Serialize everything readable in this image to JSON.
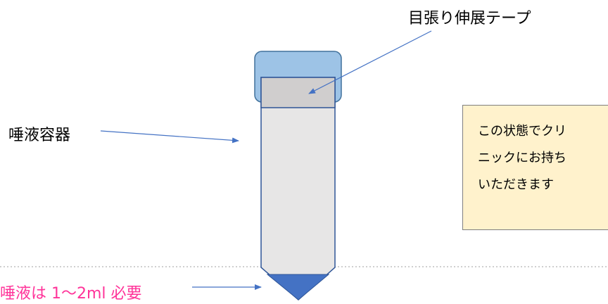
{
  "labels": {
    "tape": "目張り伸展テープ",
    "container": "唾液容器",
    "amount": "唾液は 1～2ml 必要"
  },
  "note": {
    "lines": [
      "この状態でクリ",
      "ニックにお持ち",
      "いただきます"
    ]
  },
  "colors": {
    "cap": "#9dc3e6",
    "cap_outline": "#41719c",
    "tape_band": "#d0cece",
    "tube_body": "#e7e6e6",
    "tube_outline": "#2f5597",
    "saliva": "#4472c4",
    "arrow": "#4472c4",
    "note_fill": "#fff2cc",
    "amount_text": "#ff3399",
    "dotted_line": "#bfbfbf"
  }
}
